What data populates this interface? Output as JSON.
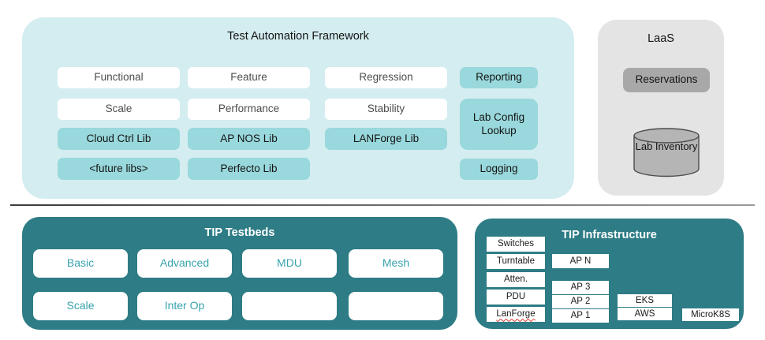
{
  "colors": {
    "taf_bg": "#d4edf0",
    "lib_box": "#99d8dc",
    "dark_teal": "#2e7c85",
    "laas_bg": "#e4e4e4",
    "reservations_gray": "#a8a8a8",
    "cylinder_gray": "#b5b5b5",
    "testbed_text": "#38a3ae",
    "squiggle_red": "#e0342b"
  },
  "taf": {
    "title": "Test Automation Framework",
    "grid": [
      [
        "Functional",
        "Feature",
        "Regression"
      ],
      [
        "Scale",
        "Performance",
        "Stability"
      ],
      [
        "Cloud Ctrl Lib",
        "AP NOS Lib",
        "LANForge Lib"
      ],
      [
        "<future libs>",
        "Perfecto Lib"
      ]
    ],
    "side": [
      "Reporting",
      "Lab Config Lookup",
      "Logging"
    ]
  },
  "laas": {
    "title": "LaaS",
    "reservations": "Reservations",
    "inventory": "Lab Inventory"
  },
  "testbeds": {
    "title": "TIP Testbeds",
    "boxes": [
      [
        "Basic",
        "Advanced",
        "MDU",
        "Mesh"
      ],
      [
        "Scale",
        "Inter Op",
        "",
        ""
      ]
    ]
  },
  "infra": {
    "title": "TIP Infrastructure",
    "col1": [
      "Switches",
      "Turntable",
      "Atten.",
      "PDU",
      "LanForge"
    ],
    "col2": [
      "AP N",
      "AP 3",
      "AP 2",
      "AP 1"
    ],
    "col3": [
      "EKS",
      "AWS"
    ],
    "col4": [
      "MicroK8S"
    ]
  }
}
